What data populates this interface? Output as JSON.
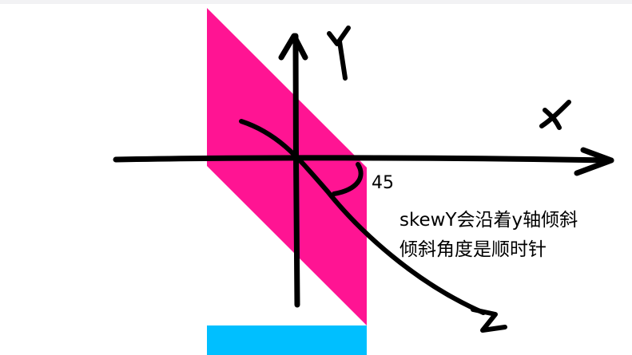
{
  "colors": {
    "background": "#ffffff",
    "top_strip": "#f2f2f4",
    "parallelogram": "#ff1493",
    "blue_box": "#00bfff",
    "ink": "#000000"
  },
  "axes": {
    "x_label": "x",
    "y_label": "Y"
  },
  "angle_label": "45",
  "annotation": {
    "line1": "skewY会沿着y轴倾斜",
    "line2": "倾斜角度是顺时针"
  },
  "icons": {
    "x_arrow": "arrow-right-icon",
    "y_arrow": "arrow-up-icon",
    "skew_arrow": "arrow-down-right-icon"
  }
}
